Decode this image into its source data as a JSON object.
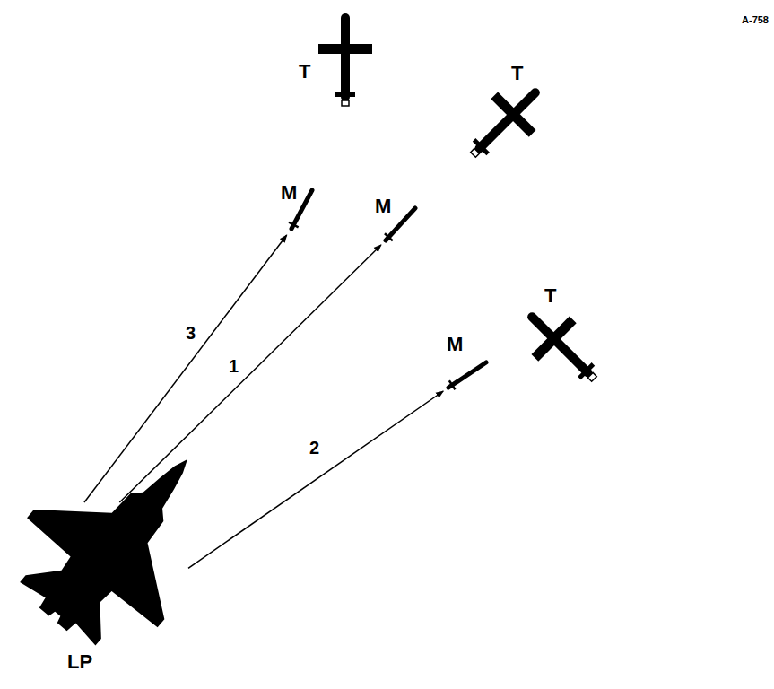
{
  "diagram": {
    "nodes": [
      {
        "text": [
          "T"
        ]
      },
      {
        "text": [
          "T"
        ]
      },
      {
        "text": [
          "M"
        ]
      },
      {
        "text": [
          "M"
        ]
      },
      {
        "text": [
          "T"
        ]
      },
      {
        "text": [
          "M"
        ]
      },
      {
        "text": [
          "LP"
        ]
      }
    ],
    "edges": [
      {
        "from": 6,
        "to": 3,
        "arrow": "to",
        "label": "1"
      },
      {
        "from": 6,
        "to": 5,
        "arrow": "to",
        "label": "2"
      },
      {
        "from": 6,
        "to": 2,
        "arrow": "to",
        "label": "3"
      }
    ],
    "labels": [
      "A-758"
    ]
  }
}
